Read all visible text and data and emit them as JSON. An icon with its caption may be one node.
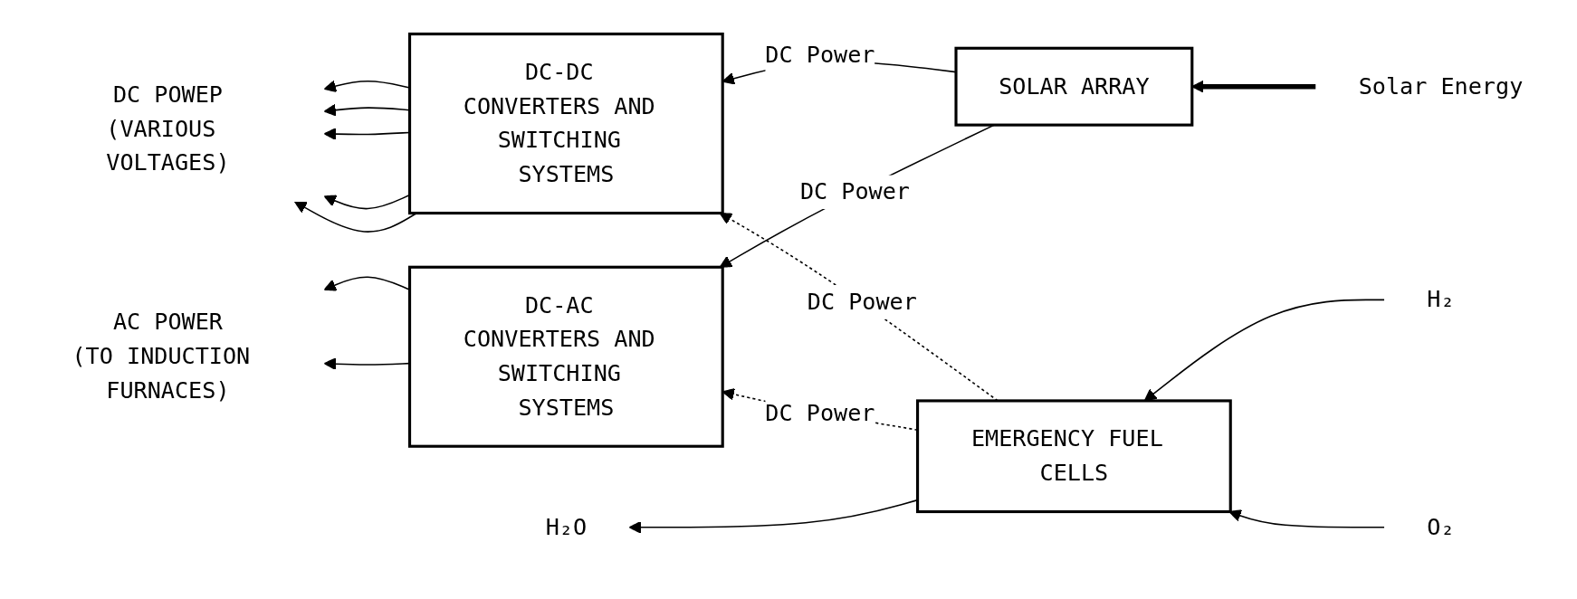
{
  "diagram": {
    "nodes": [
      {
        "text": [
          "DC-DC CONVERTERS AND SWITCHING SYSTEMS"
        ]
      },
      {
        "text": [
          "DC-AC CONVERTERS AND SWITCHING SYSTEMS"
        ]
      },
      {
        "text": [
          "EMERGENCY FUEL CELLS"
        ]
      },
      {
        "text": [
          "SOLAR ARRAY"
        ]
      },
      {
        "text": [
          "DC POWEP",
          "(VARIOUS VOLTAGES)"
        ]
      },
      {
        "text": [
          "AC POWER",
          "(TO INDUCTION FURNACES)"
        ]
      },
      {
        "text": [
          "H₂"
        ]
      },
      {
        "text": [
          "O₂"
        ]
      },
      {
        "text": [
          "H₂O"
        ]
      },
      {
        "text": [
          "Solar Energy"
        ]
      }
    ],
    "edges": [
      {
        "from": 3,
        "to": 0,
        "arrow": "to",
        "label": "DC Power"
      },
      {
        "from": 2,
        "to": 0,
        "arrow": "to",
        "label": "DC Power",
        "style": "dashed"
      },
      {
        "from": 2,
        "to": 1,
        "arrow": "to",
        "label": "DC Power",
        "style": "dashed"
      },
      {
        "from": 3,
        "to": 1,
        "arrow": "to",
        "label": "DC Power"
      },
      {
        "from": 0,
        "to": 4,
        "arrow": "to"
      },
      {
        "from": 0,
        "to": 4,
        "arrow": "to"
      },
      {
        "from": 0,
        "to": 4,
        "arrow": "to"
      },
      {
        "from": 0,
        "to": 4,
        "arrow": "to"
      },
      {
        "from": 0,
        "to": 4,
        "arrow": "to"
      },
      {
        "from": 1,
        "to": 5,
        "arrow": "to"
      },
      {
        "from": 1,
        "to": 5,
        "arrow": "to"
      },
      {
        "from": 6,
        "to": 2,
        "arrow": "to"
      },
      {
        "from": 7,
        "to": 2,
        "arrow": "to"
      },
      {
        "from": 2,
        "to": 8,
        "arrow": "to"
      },
      {
        "from": 9,
        "to": 3,
        "arrow": "to",
        "style": "thick"
      }
    ]
  }
}
